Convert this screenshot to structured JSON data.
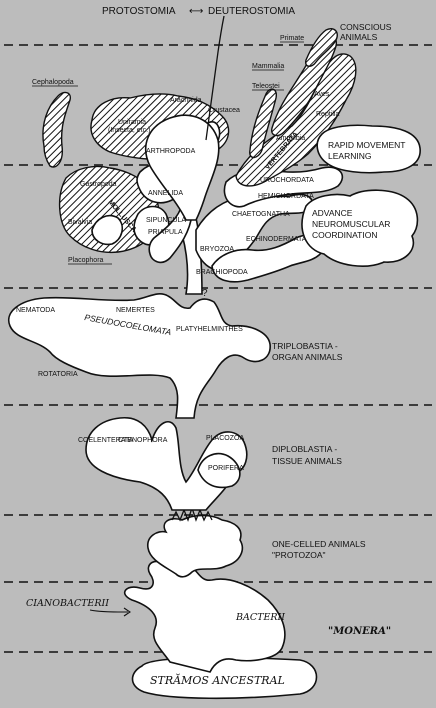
{
  "header": {
    "protostomia": "PROTOSTOMIA",
    "arrow": "⟷",
    "deuterostomia": "DEUTEROSTOMIA"
  },
  "levels": {
    "conscious": [
      "CONSCIOUS",
      "ANIMALS"
    ],
    "rapid": [
      "RAPID MOVEMENT",
      "LEARNING"
    ],
    "advance": [
      "ADVANCE",
      "NEUROMUSCULAR",
      "COORDINATION"
    ],
    "triplo": [
      "TRIPLOBASTIA -",
      "ORGAN ANIMALS"
    ],
    "diplo": [
      "DIPLOBLASTIA -",
      "TISSUE ANIMALS"
    ],
    "onecell": [
      "ONE-CELLED ANIMALS",
      "\"PROTOZOA\""
    ],
    "monera": "\"MONERA\""
  },
  "taxa": {
    "primate": "Primate",
    "mammalia": "Mammalia",
    "teleostei": "Teleostei",
    "aves": "Aves",
    "reptilia": "Reptilia",
    "amphibia": "Amphibia",
    "vertebrata": "VERTEBRATA",
    "cephalopoda": "Cephalopoda",
    "arachnida": "Arachnida",
    "crustacea": "Crustacea",
    "uniramia": "Uniramia",
    "insecta": "(Insecta, etc.)",
    "arthropoda": "ARTHROPODA",
    "gastropoda": "Gastropoda",
    "bivalvia": "Bivalvia",
    "mollusca": "MOLLUSCA",
    "placophora": "Placophora",
    "annelida": "ANNELIDA",
    "sipuncula": "SIPUNCULA",
    "priapula": "PRIAPULA",
    "chaetognatha": "CHAETOGNATHA",
    "bryozoa": "BRYOZOA",
    "brachiopoda": "BRACHIOPODA",
    "echinodermata": "ECHINODERMATA",
    "hemichordata": "HEMICHORDATA",
    "urochordata": "UROCHORDATA",
    "nematoda": "NEMATODA",
    "nemertes": "NEMERTES",
    "pseudocoelomata": "PSEUDOCOELOMATA",
    "rotatoria": "ROTATORIA",
    "platyhelminthes": "PLATYHELMINTHES",
    "ctenophora": "CTENOPHORA",
    "coelenterata": "COELENTERATA",
    "placozoa": "PLACOZOA",
    "porifera": "PORIFERA",
    "cianobacterii": "CIANOBACTERII",
    "bacterii": "BACTERII",
    "stramos": "STRĂMOS ANCESTRAL",
    "question": "?"
  }
}
